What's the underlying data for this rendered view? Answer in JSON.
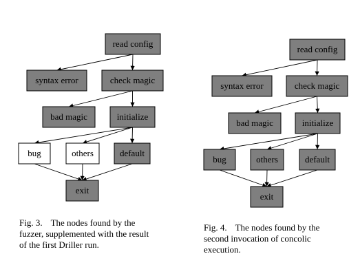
{
  "figures": [
    {
      "id": "fig3",
      "caption_label": "Fig. 3.",
      "caption_text": "The nodes found by the fuzzer, supplemented with the result of the first Driller run.",
      "nodes": {
        "read_config": {
          "label": "read config",
          "style": "gray"
        },
        "syntax_error": {
          "label": "syntax error",
          "style": "gray"
        },
        "check_magic": {
          "label": "check magic",
          "style": "gray"
        },
        "bad_magic": {
          "label": "bad magic",
          "style": "gray"
        },
        "initialize": {
          "label": "initialize",
          "style": "gray"
        },
        "bug": {
          "label": "bug",
          "style": "white"
        },
        "others": {
          "label": "others",
          "style": "white"
        },
        "default": {
          "label": "default",
          "style": "gray"
        },
        "exit": {
          "label": "exit",
          "style": "gray"
        }
      },
      "edges": [
        [
          "read_config",
          "syntax_error"
        ],
        [
          "read_config",
          "check_magic"
        ],
        [
          "check_magic",
          "bad_magic"
        ],
        [
          "check_magic",
          "initialize"
        ],
        [
          "initialize",
          "bug"
        ],
        [
          "initialize",
          "others"
        ],
        [
          "initialize",
          "default"
        ],
        [
          "bug",
          "exit"
        ],
        [
          "others",
          "exit"
        ],
        [
          "default",
          "exit"
        ]
      ]
    },
    {
      "id": "fig4",
      "caption_label": "Fig. 4.",
      "caption_text": "The nodes found by the second invocation of concolic execution.",
      "nodes": {
        "read_config": {
          "label": "read config",
          "style": "gray"
        },
        "syntax_error": {
          "label": "syntax error",
          "style": "gray"
        },
        "check_magic": {
          "label": "check magic",
          "style": "gray"
        },
        "bad_magic": {
          "label": "bad magic",
          "style": "gray"
        },
        "initialize": {
          "label": "initialize",
          "style": "gray"
        },
        "bug": {
          "label": "bug",
          "style": "gray"
        },
        "others": {
          "label": "others",
          "style": "gray"
        },
        "default": {
          "label": "default",
          "style": "gray"
        },
        "exit": {
          "label": "exit",
          "style": "gray"
        }
      },
      "edges": [
        [
          "read_config",
          "syntax_error"
        ],
        [
          "read_config",
          "check_magic"
        ],
        [
          "check_magic",
          "bad_magic"
        ],
        [
          "check_magic",
          "initialize"
        ],
        [
          "initialize",
          "bug"
        ],
        [
          "initialize",
          "others"
        ],
        [
          "initialize",
          "default"
        ],
        [
          "bug",
          "exit"
        ],
        [
          "others",
          "exit"
        ],
        [
          "default",
          "exit"
        ]
      ]
    }
  ],
  "colors": {
    "gray_fill": "#7f7f7f",
    "white_fill": "#ffffff",
    "stroke": "#000000"
  }
}
